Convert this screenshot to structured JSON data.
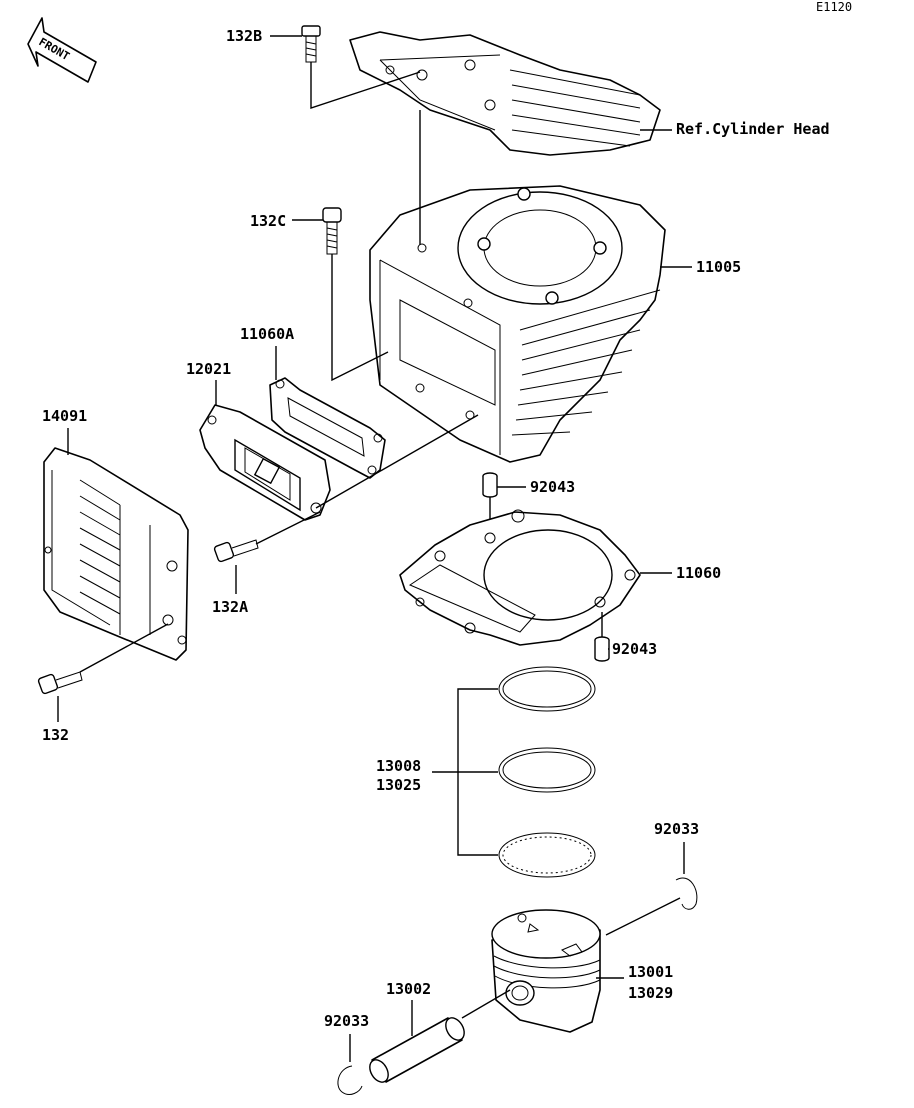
{
  "diagram": {
    "id_code": "E1120",
    "front_label": "FRONT",
    "labels": {
      "p132b": "132B",
      "ref_cylinder_head": "Ref.Cylinder Head",
      "p132c": "132C",
      "p11005": "11005",
      "p11060a": "11060A",
      "p12021": "12021",
      "p14091": "14091",
      "p92043_top": "92043",
      "p132a": "132A",
      "p11060": "11060",
      "p92043_bottom": "92043",
      "p132": "132",
      "p13008": "13008",
      "p13025": "13025",
      "p92033_right": "92033",
      "p13001": "13001",
      "p13029": "13029",
      "p13002": "13002",
      "p92033_left": "92033"
    }
  }
}
